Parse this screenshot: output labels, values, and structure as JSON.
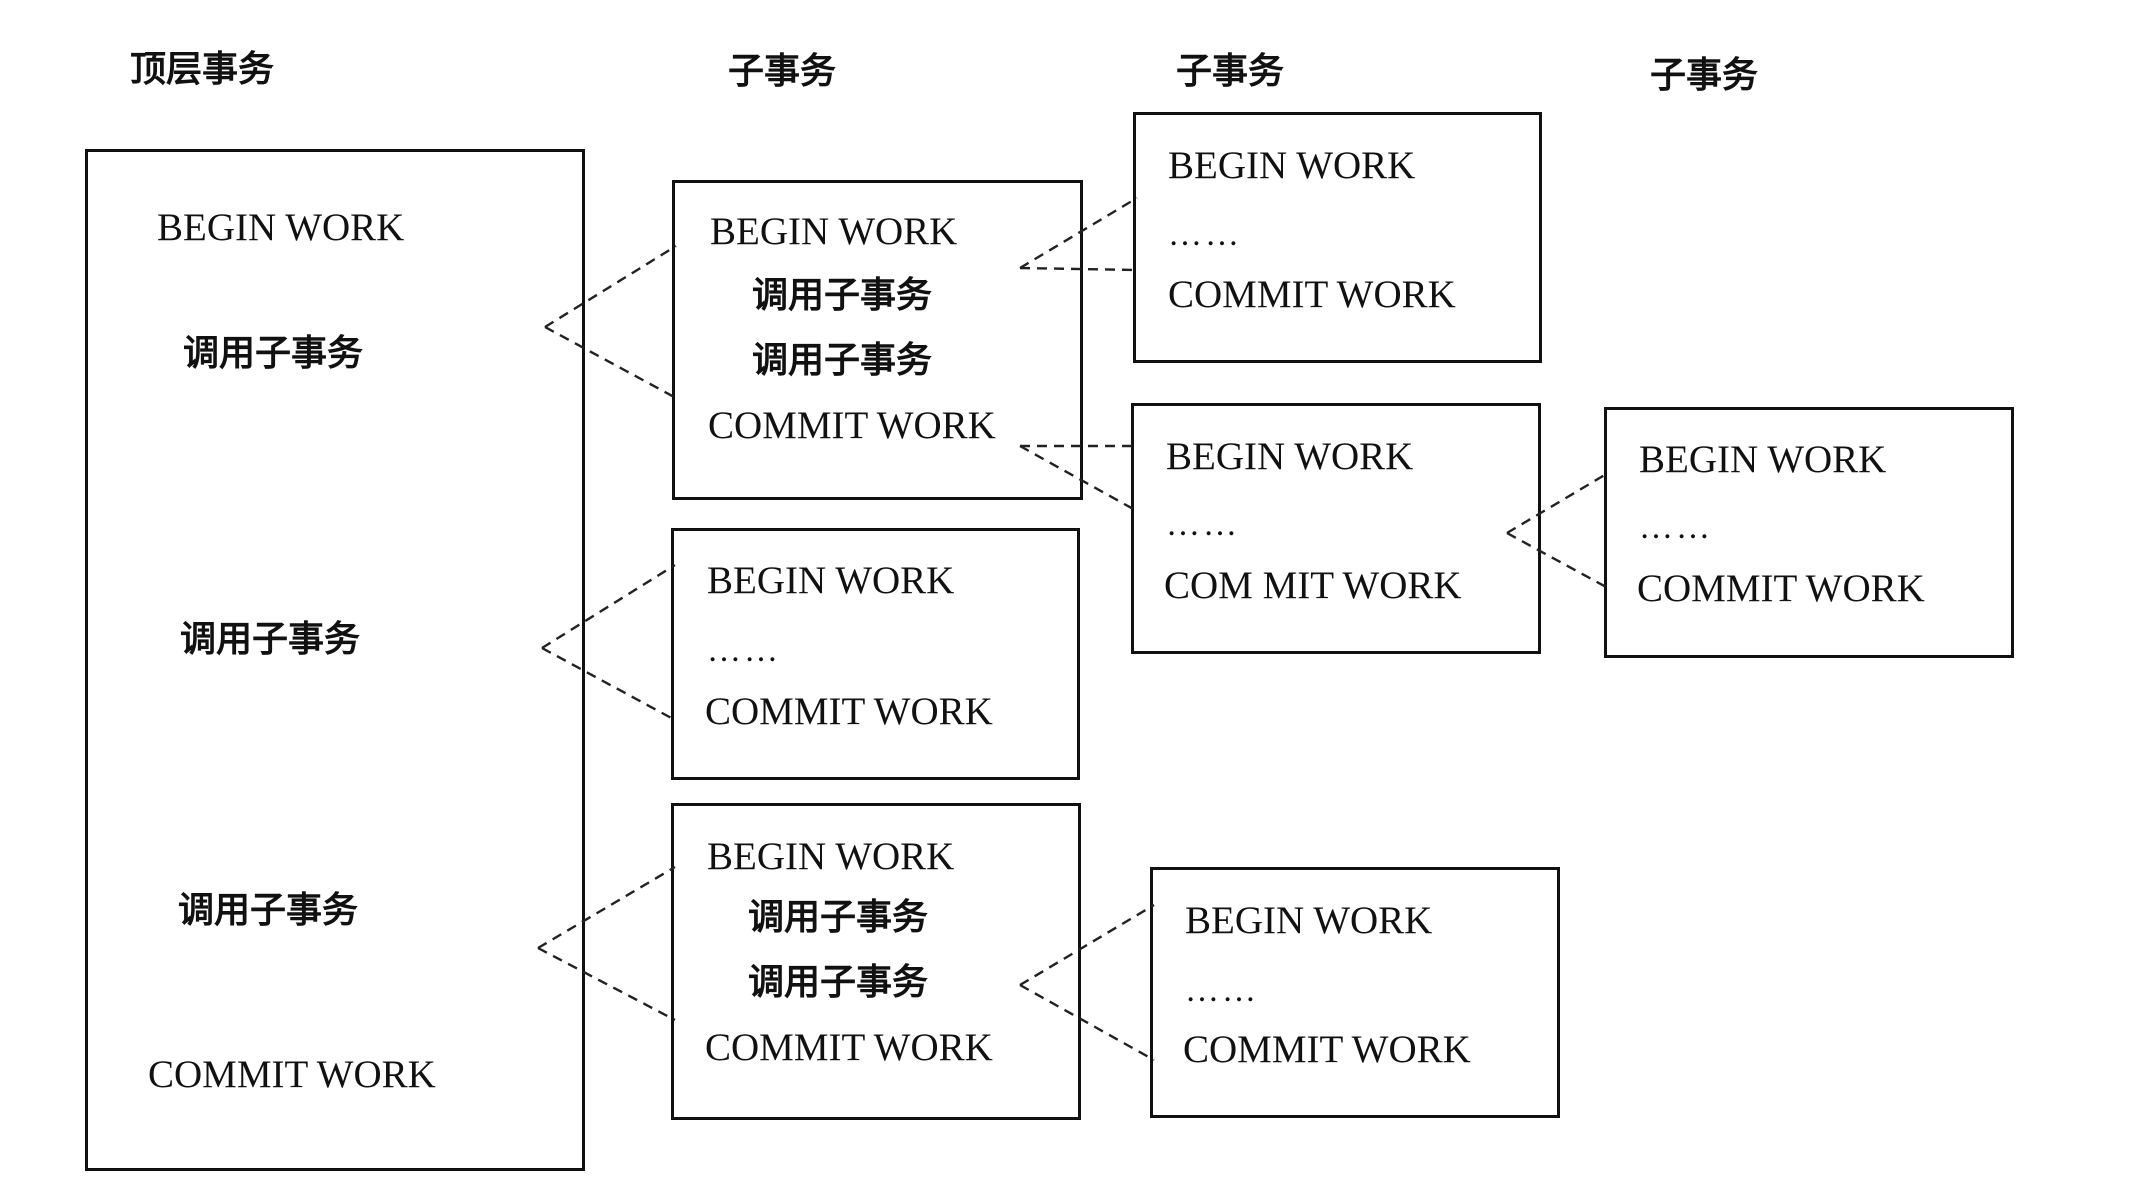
{
  "headers": {
    "top_level": "顶层事务",
    "level1": "子事务",
    "level2": "子事务",
    "level3": "子事务"
  },
  "top": {
    "begin": "BEGIN WORK",
    "call1": "调用子事务",
    "call2": "调用子事务",
    "call3": "调用子事务",
    "commit": "COMMIT WORK"
  },
  "sub_a": {
    "begin": "BEGIN WORK",
    "call1": "调用子事务",
    "call2": "调用子事务",
    "commit": "COMMIT WORK"
  },
  "sub_b": {
    "begin": "BEGIN WORK",
    "ellipsis": "……",
    "commit": "COMMIT WORK"
  },
  "sub_c": {
    "begin": "BEGIN WORK",
    "call1": "调用子事务",
    "call2": "调用子事务",
    "commit": "COMMIT WORK"
  },
  "sub_a1": {
    "begin": "BEGIN WORK",
    "ellipsis": "……",
    "commit": "COMMIT WORK"
  },
  "sub_a2": {
    "begin": "BEGIN WORK",
    "ellipsis": "……",
    "commit": "COM MIT WORK"
  },
  "sub_c1": {
    "begin": "BEGIN WORK",
    "ellipsis": "……",
    "commit": "COMMIT WORK"
  },
  "sub_a2x": {
    "begin": "BEGIN WORK",
    "ellipsis": "……",
    "commit": "COMMIT WORK"
  }
}
